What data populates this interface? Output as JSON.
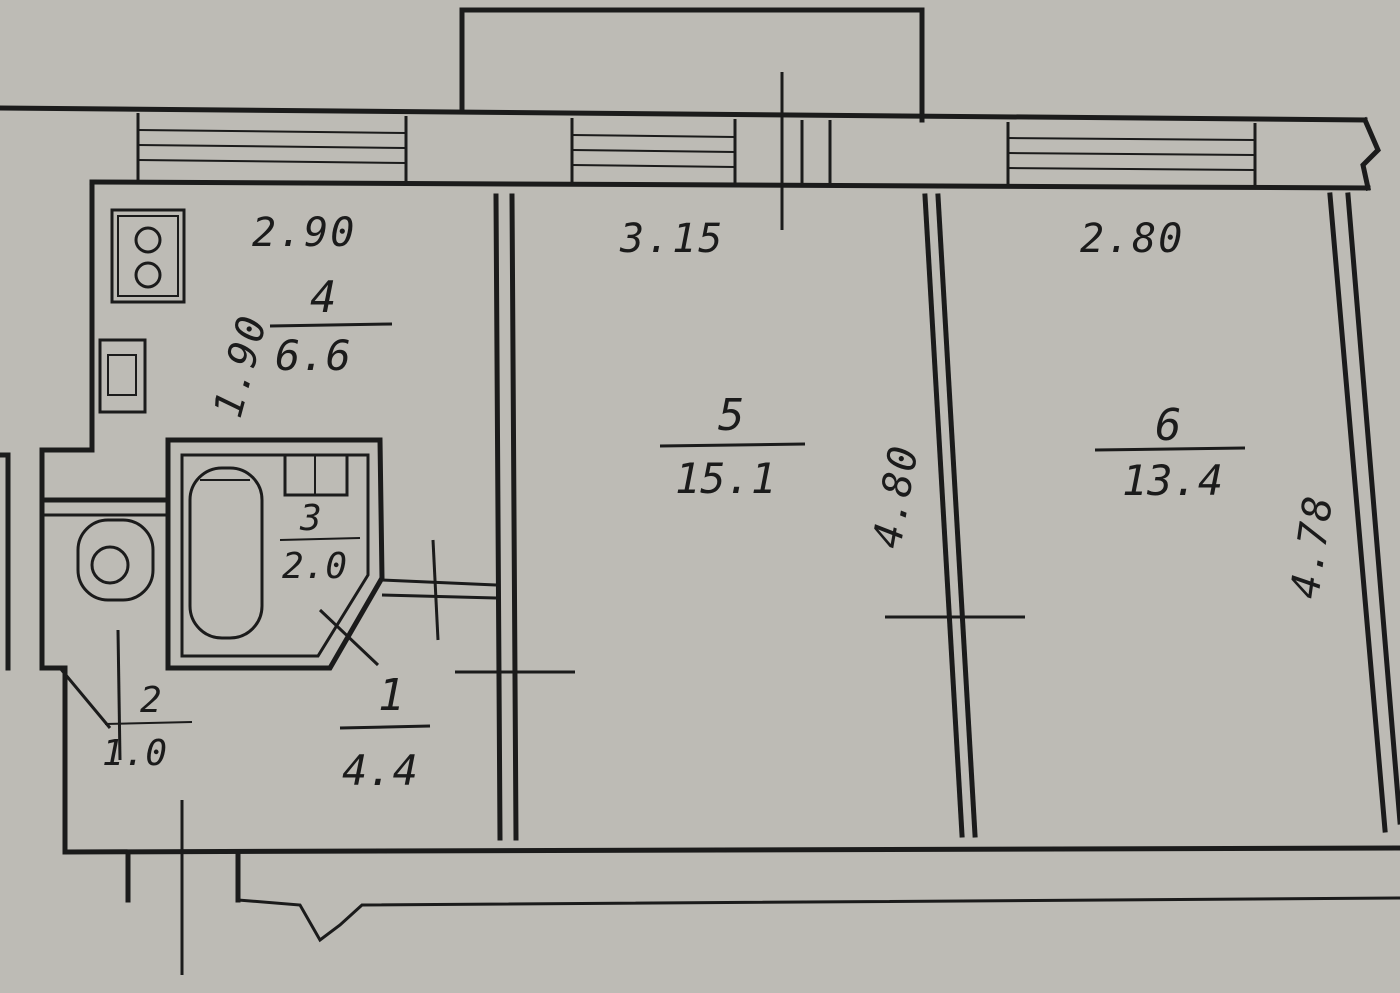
{
  "plan": {
    "background_color": "#bdbbb5",
    "line_color": "#1b1b1b",
    "rooms": [
      {
        "id": "4",
        "number": "4",
        "area": "6.6",
        "width": "2.90",
        "depth": "1.90"
      },
      {
        "id": "5",
        "number": "5",
        "area": "15.1",
        "width": "3.15",
        "depth": "4.80"
      },
      {
        "id": "6",
        "number": "6",
        "area": "13.4",
        "width": "2.80",
        "depth": "4.78"
      },
      {
        "id": "3",
        "number": "3",
        "area": "2.0"
      },
      {
        "id": "2",
        "number": "2",
        "area": "1.0"
      },
      {
        "id": "1",
        "number": "1",
        "area": "4.4"
      }
    ]
  }
}
